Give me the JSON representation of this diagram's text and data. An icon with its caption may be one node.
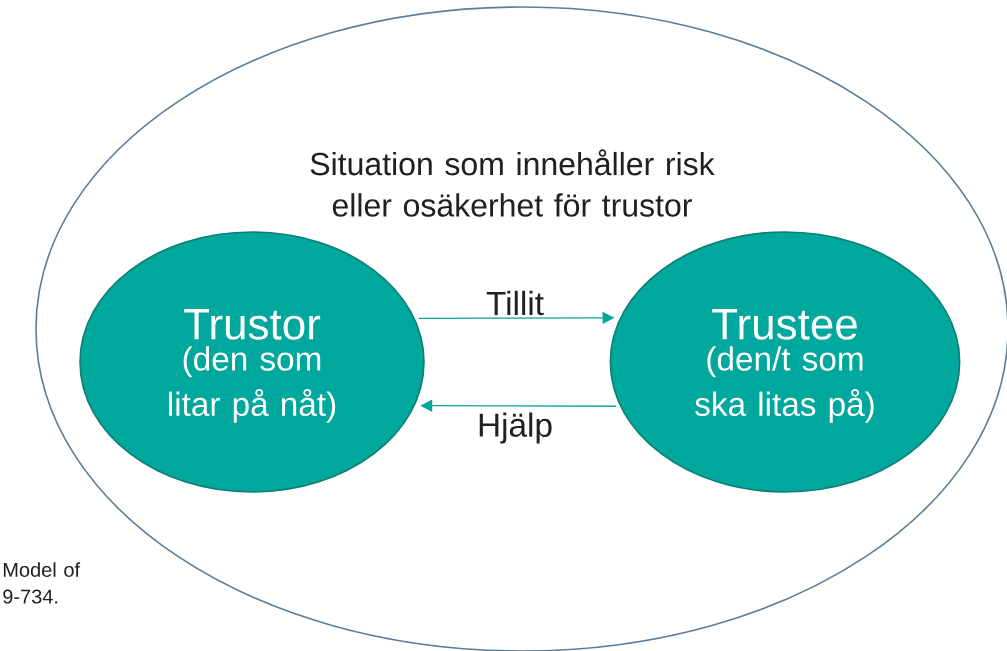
{
  "diagram": {
    "nodes": [
      {
        "text": [
          "Situation som innehåller risk eller osäkerhet för trustor"
        ]
      },
      {
        "text": [
          "Trustor",
          "(den som litar på nåt)"
        ],
        "in": 0
      },
      {
        "text": [
          "Trustee",
          "(den/t som ska litas på)"
        ],
        "in": 0
      }
    ],
    "edges": [
      {
        "from": 1,
        "to": 2,
        "arrow": "to",
        "label": "Tillit"
      },
      {
        "from": 2,
        "to": 1,
        "arrow": "to",
        "label": "Hjälp"
      }
    ],
    "labels": [
      "Model of 9-734."
    ]
  }
}
